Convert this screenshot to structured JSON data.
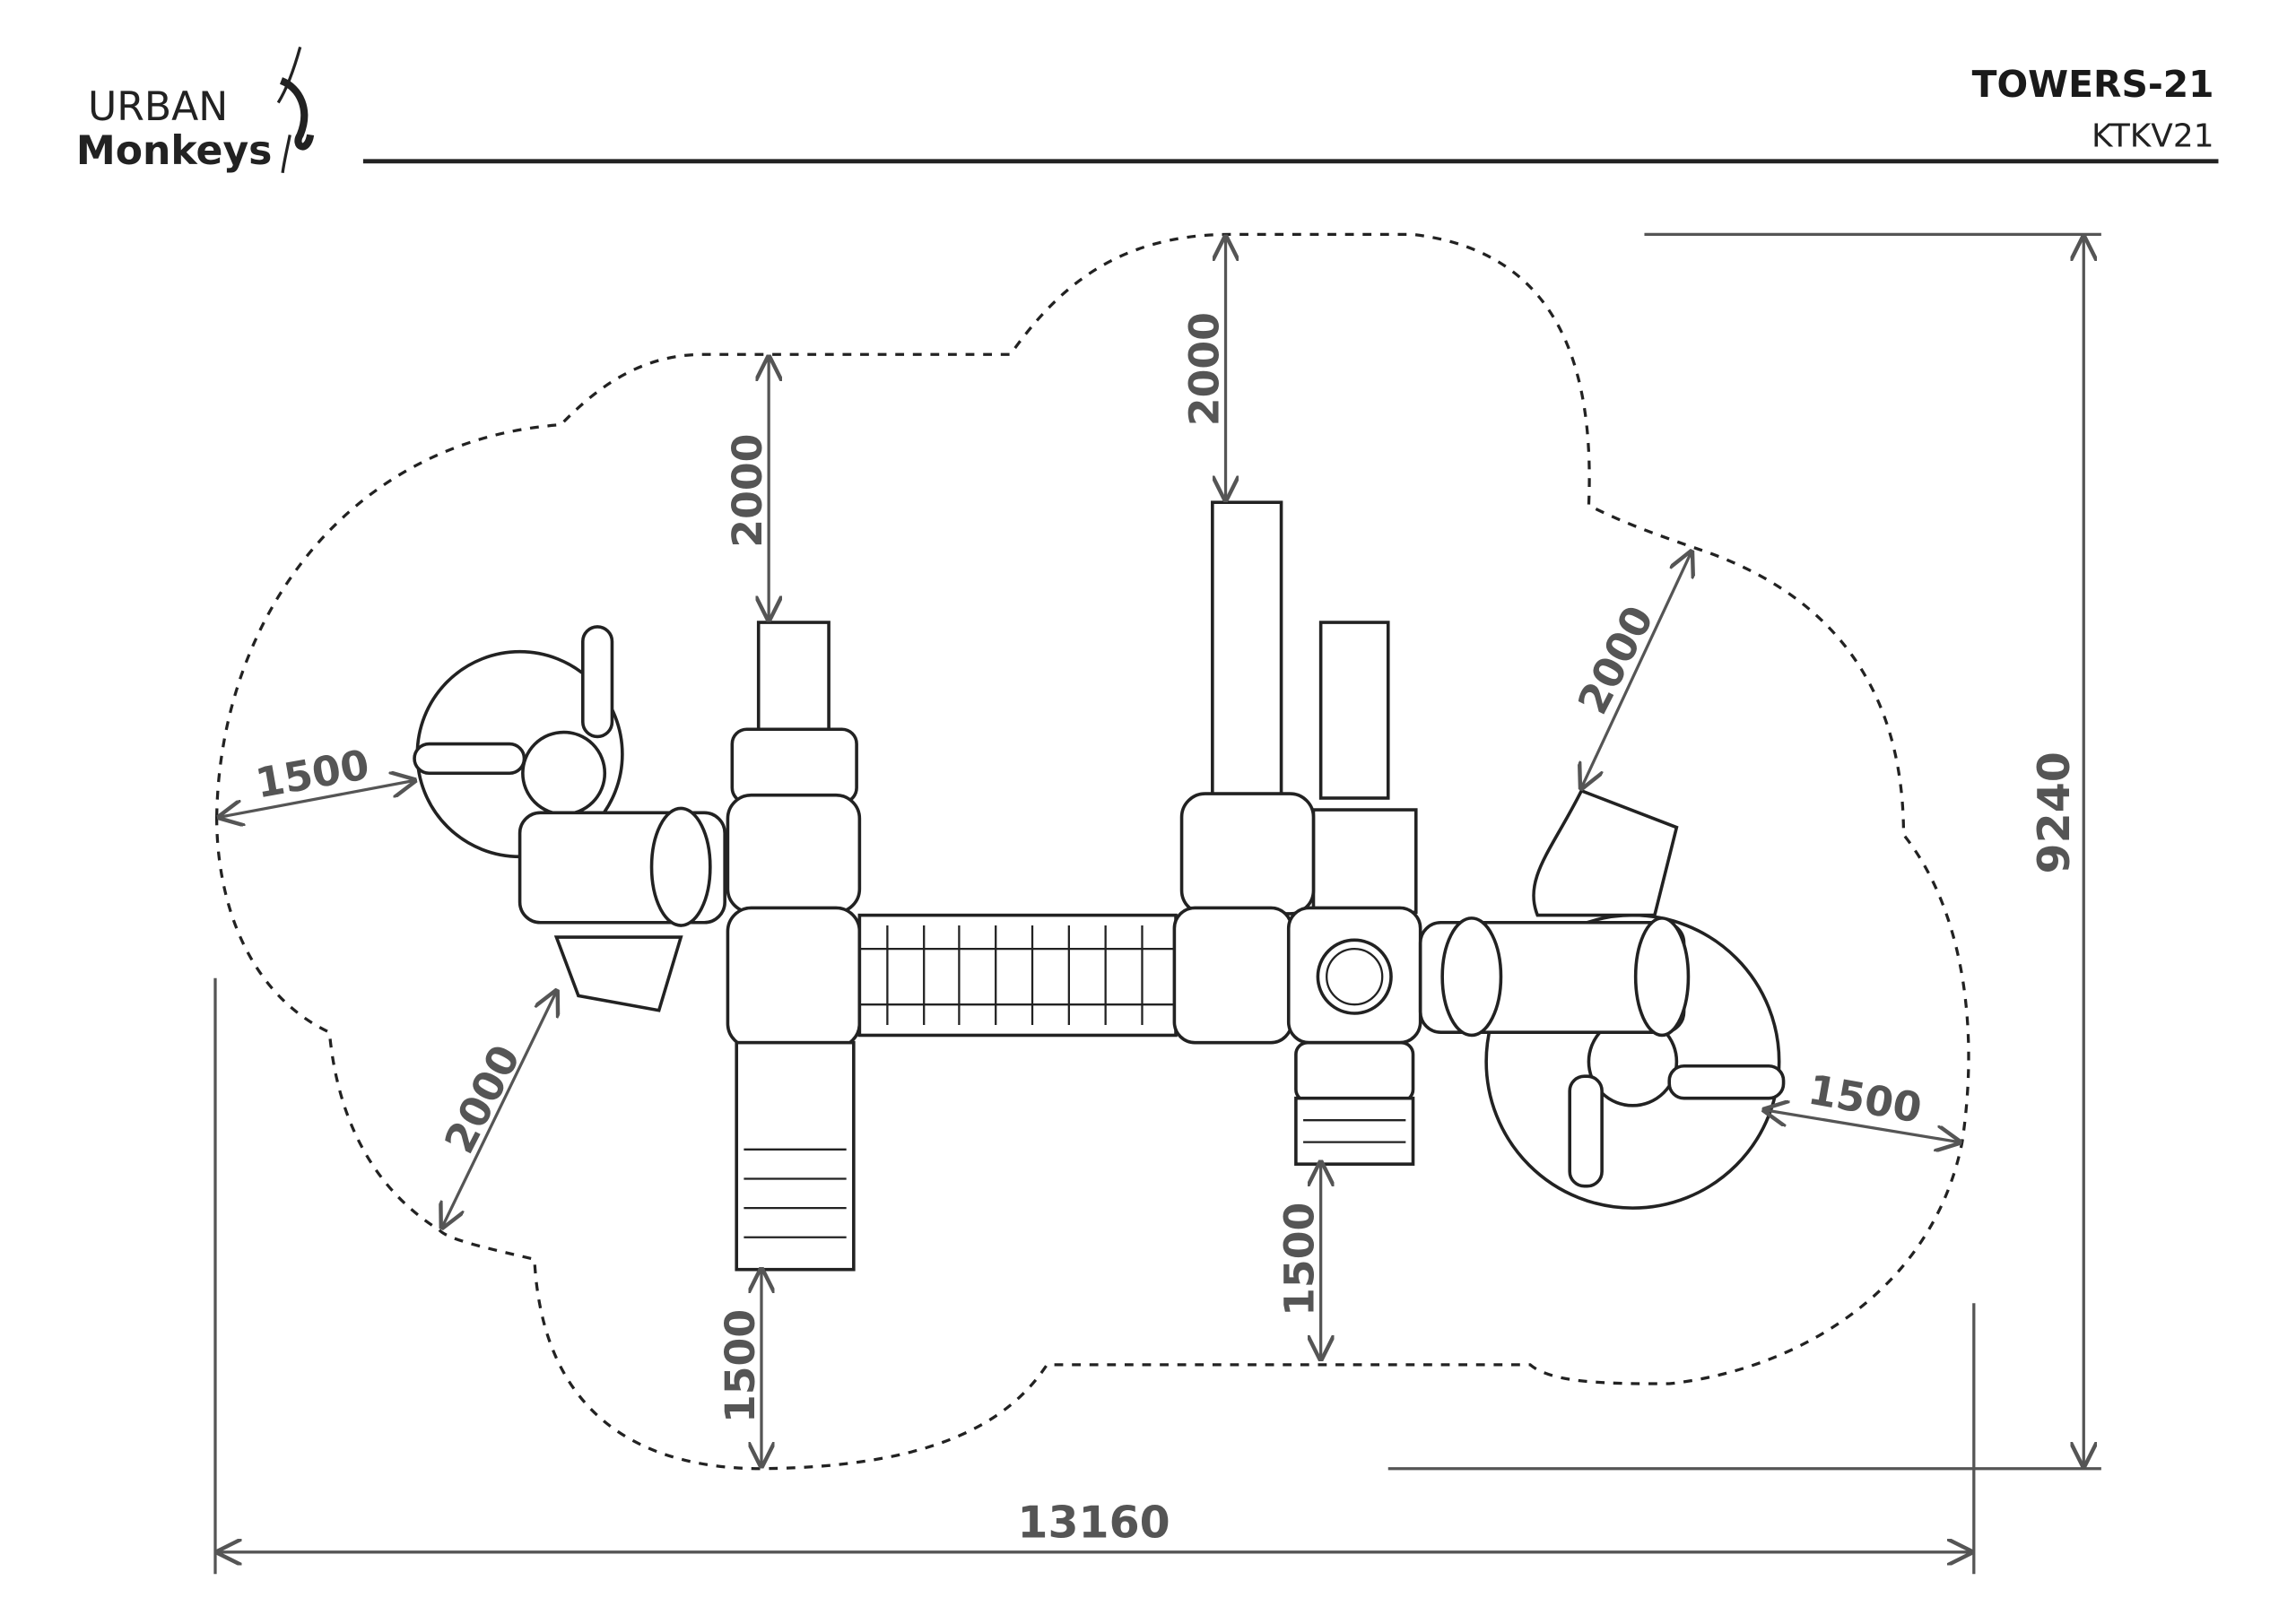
{
  "header": {
    "logo_line1": "URBAN",
    "logo_line2": "Monkeys",
    "title": "TOWERS-21",
    "code": "KTKV21"
  },
  "dimensions": {
    "top_left_clearance": "2000",
    "top_center_clearance": "2000",
    "top_right_clearance": "2000",
    "left_clearance": "1500",
    "bottom_left_clearance": "2000",
    "right_clearance": "1500",
    "bottom_stairs_left": "1500",
    "bottom_stairs_right": "1500",
    "total_depth": "9240",
    "total_width": "13160"
  },
  "colors": {
    "line": "#222222",
    "dimension": "#555555"
  }
}
